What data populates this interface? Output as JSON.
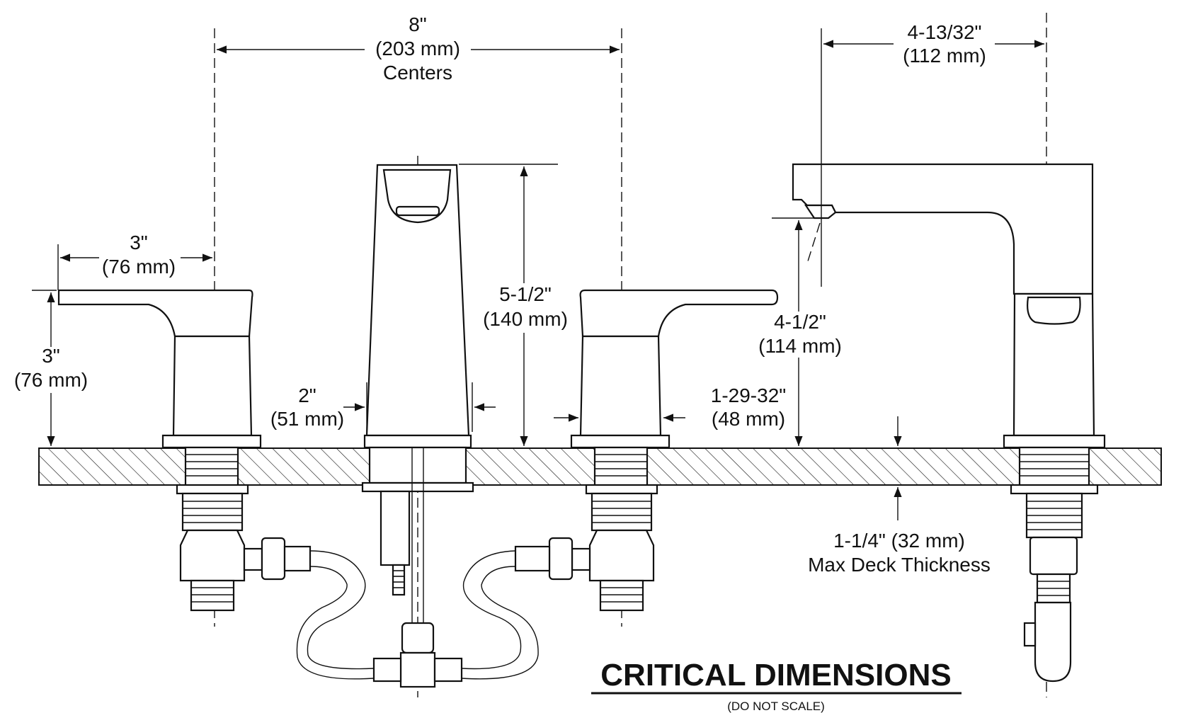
{
  "dimensions": {
    "centers_in": "8\"",
    "centers_mm": "(203 mm)",
    "centers_word": "Centers",
    "reach_in": "4-13/32\"",
    "reach_mm": "(112 mm)",
    "handle_reach_in": "3\"",
    "handle_reach_mm": "(76 mm)",
    "handle_height_in": "3\"",
    "handle_height_mm": "(76 mm)",
    "spout_height_in": "5-1/2\"",
    "spout_height_mm": "(140 mm)",
    "outlet_height_in": "4-1/2\"",
    "outlet_height_mm": "(114 mm)",
    "spout_base_in": "2\"",
    "spout_base_mm": "(51 mm)",
    "handle_base_in": "1-29-32\"",
    "handle_base_mm": "(48 mm)",
    "deck_text": "1-1/4\" (32 mm)",
    "deck_label": "Max Deck Thickness"
  },
  "title": "CRITICAL DIMENSIONS",
  "note": "(DO NOT SCALE)"
}
